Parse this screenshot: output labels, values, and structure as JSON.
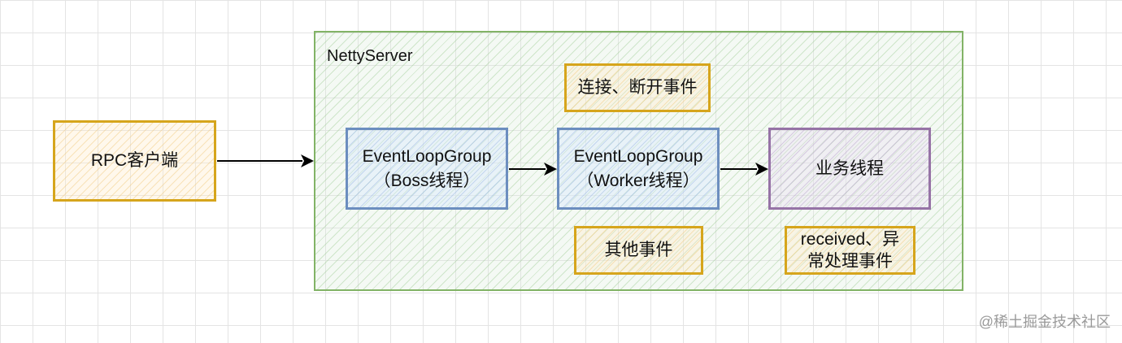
{
  "container": {
    "title": "NettyServer"
  },
  "nodes": {
    "client": {
      "label": "RPC客户端"
    },
    "boss": {
      "line1": "EventLoopGroup",
      "line2": "（Boss线程）"
    },
    "worker": {
      "line1": "EventLoopGroup",
      "line2": "（Worker线程）"
    },
    "business": {
      "label": "业务线程"
    }
  },
  "notes": {
    "connect": "连接、断开事件",
    "other": "其他事件",
    "received_line1": "received、异",
    "received_line2": "常处理事件"
  },
  "watermark": "@稀土掘金技术社区",
  "colors": {
    "container_border": "#82b366",
    "yellow_border": "#d6a51c",
    "blue_border": "#6c8ebf",
    "purple_border": "#9673a6"
  }
}
